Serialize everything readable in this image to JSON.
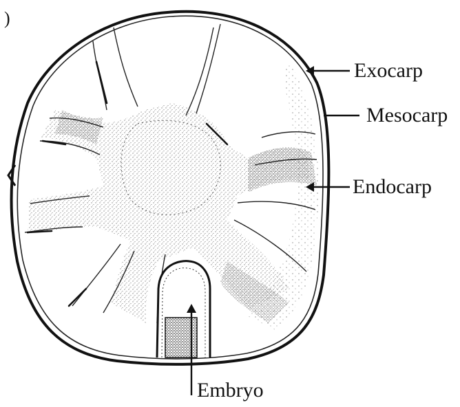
{
  "corner_mark": ")",
  "labels": {
    "exocarp": "Exocarp",
    "mesocarp": "Mesocarp",
    "endocarp": "Endocarp",
    "embryo": "Embryo"
  },
  "colors": {
    "ink": "#111111",
    "background": "#ffffff"
  }
}
